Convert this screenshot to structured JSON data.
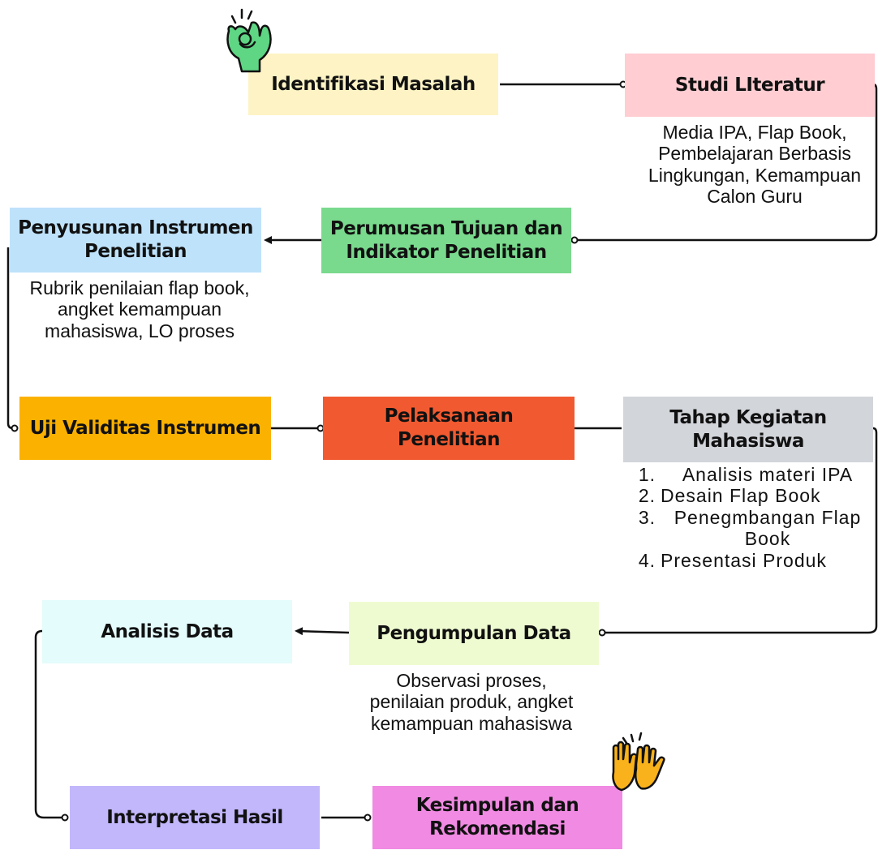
{
  "nodes": {
    "identifikasi": "Identifikasi Masalah",
    "studi": "Studi LIteratur",
    "perumusan": "Perumusan Tujuan dan Indikator Penelitian",
    "penyusunan": "Penyusunan Instrumen Penelitian",
    "uji": "Uji Validitas Instrumen",
    "pelaksanaan": "Pelaksanaan Penelitian",
    "tahap": "Tahap Kegiatan Mahasiswa",
    "pengumpulan": "Pengumpulan Data",
    "analisis": "Analisis Data",
    "interpretasi": "Interpretasi Hasil",
    "kesimpulan": "Kesimpulan dan Rekomendasi"
  },
  "notes": {
    "studi": "Media IPA, Flap Book, Pembelajaran Berbasis Lingkungan, Kemampuan Calon Guru",
    "penyusunan": "Rubrik penilaian flap book, angket kemampuan mahasiswa, LO proses",
    "pengumpulan": "Observasi proses, penilaian produk, angket kemampuan mahasiswa"
  },
  "tahap_steps": [
    {
      "num": "1.",
      "text": "Analisis materi IPA"
    },
    {
      "num": "2.",
      "text": "Desain Flap Book"
    },
    {
      "num": "3.",
      "text": "Penegmbangan Flap Book"
    },
    {
      "num": "4.",
      "text": "Presentasi Produk"
    }
  ],
  "colors": {
    "identifikasi": "#fdf3c4",
    "studi": "#ffcdd2",
    "perumusan": "#79d98d",
    "penyusunan": "#bfe2fb",
    "uji": "#fbb100",
    "pelaksanaan": "#f15a30",
    "tahap": "#d2d5da",
    "pengumpulan": "#eefbd0",
    "analisis": "#e4fcfb",
    "interpretasi": "#c2b7fb",
    "kesimpulan": "#f08ae2",
    "ok_hand": "#5ed684",
    "high_five": "#f9b21b"
  },
  "icons": {
    "top": "ok-hand-icon",
    "bottom": "high-five-icon"
  }
}
